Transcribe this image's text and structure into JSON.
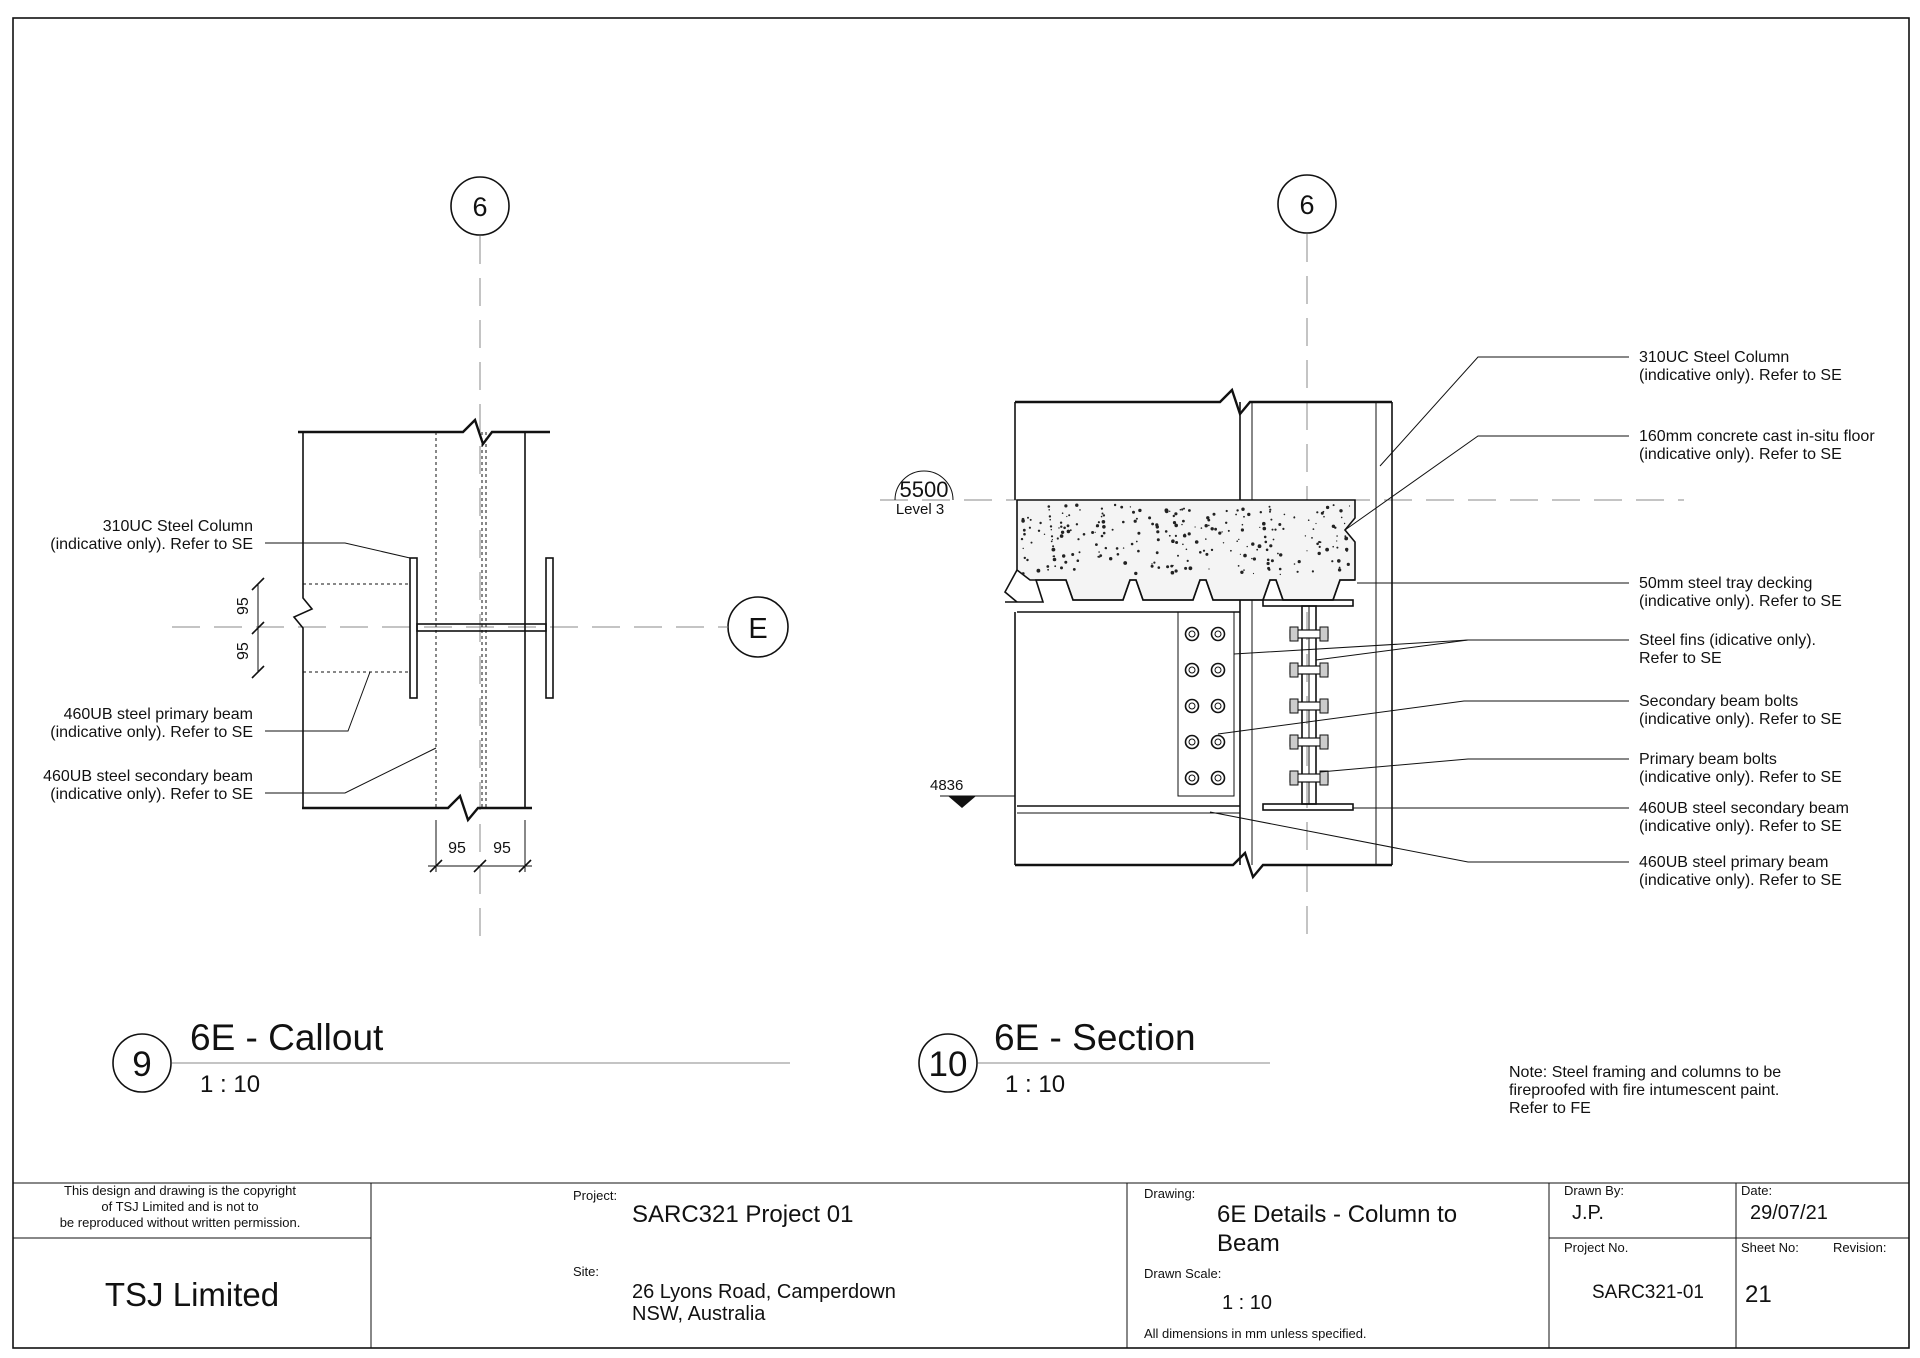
{
  "grids": {
    "col_grid": "6",
    "row_grid": "E"
  },
  "callout": {
    "number": "9",
    "title": "6E - Callout",
    "scale": "1 : 10",
    "dim_95": "95",
    "labels": [
      [
        "310UC Steel Column",
        "(indicative only). Refer to SE"
      ],
      [
        "460UB steel primary beam",
        "(indicative only). Refer to SE"
      ],
      [
        "460UB steel secondary beam",
        "(indicative only). Refer to SE"
      ]
    ]
  },
  "section": {
    "number": "10",
    "title": "6E - Section",
    "scale": "1 : 10",
    "level_value": "5500",
    "level_name": "Level 3",
    "spot_level": "4836",
    "labels": [
      [
        "310UC Steel Column",
        "(indicative only). Refer to SE"
      ],
      [
        "160mm concrete cast in-situ floor",
        "(indicative only). Refer to SE"
      ],
      [
        "50mm steel tray decking",
        "(indicative only). Refer to SE"
      ],
      [
        "Steel fins (idicative only).",
        "Refer to SE"
      ],
      [
        "Secondary beam bolts",
        "(indicative only). Refer to SE"
      ],
      [
        "Primary beam bolts",
        "(indicative only). Refer to SE"
      ],
      [
        "460UB steel secondary beam",
        "(indicative only). Refer to SE"
      ],
      [
        "460UB steel primary beam",
        "(indicative only). Refer to SE"
      ]
    ],
    "note": [
      "Note: Steel framing and columns to be",
      "fireproofed with fire intumescent paint.",
      "Refer to FE"
    ]
  },
  "title_block": {
    "copyright": [
      "This design and drawing is the copyright",
      "of TSJ Limited and is not to",
      "be reproduced without written permission."
    ],
    "company": "TSJ Limited",
    "project_label": "Project:",
    "project": "SARC321 Project 01",
    "site_label": "Site:",
    "site_line1": "26 Lyons Road, Camperdown",
    "site_line2": "NSW, Australia",
    "drawing_label": "Drawing:",
    "drawing_line1": "6E Details - Column to",
    "drawing_line2": "Beam",
    "scale_label": "Drawn Scale:",
    "scale": "1 : 10",
    "dims_note": "All dimensions in mm unless specified.",
    "drawn_by_label": "Drawn By:",
    "drawn_by": "J.P.",
    "date_label": "Date:",
    "date": "29/07/21",
    "project_no_label": "Project No.",
    "project_no": "SARC321-01",
    "sheet_no_label": "Sheet No:",
    "sheet_no": "21",
    "revision_label": "Revision:",
    "revision": ""
  }
}
